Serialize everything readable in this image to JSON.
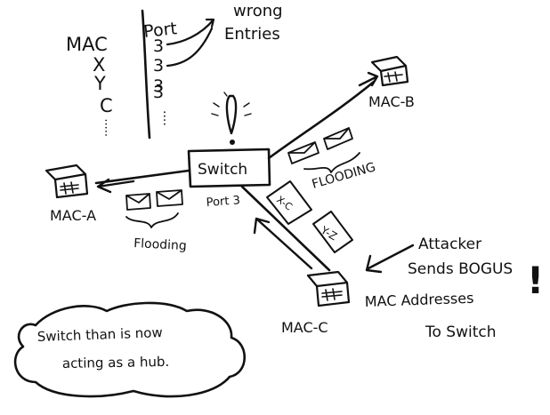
{
  "table": {
    "header_mac": "MAC",
    "header_port": "Port",
    "rows": [
      {
        "mac": "X",
        "port": "3"
      },
      {
        "mac": "Y",
        "port": "3"
      },
      {
        "mac": "C",
        "port": "3"
      }
    ],
    "row_ellipsis": "·····",
    "port_ellipsis": "····",
    "first_port": "3",
    "note_line1": "wrong",
    "note_line2": "Entries"
  },
  "switch": {
    "label": "Switch",
    "alert": "!",
    "port_label": "Port 3"
  },
  "hosts": {
    "mac_a": "MAC-A",
    "mac_b": "MAC-B",
    "mac_c": "MAC-C"
  },
  "flooding": {
    "right_label": "FLOODING",
    "left_label": "Flooding"
  },
  "bogus_frames": [
    {
      "label": "X-C"
    },
    {
      "label": "Y-Z"
    }
  ],
  "attacker": {
    "line1": "Attacker",
    "line2": "Sends BOGUS",
    "line3": "MAC Addresses",
    "line4": "To Switch",
    "exclaim": "!"
  },
  "callout": {
    "line1": "Switch than is now",
    "line2": "acting as a hub."
  },
  "colors": {
    "ink": "#111111",
    "paper": "#ffffff"
  }
}
